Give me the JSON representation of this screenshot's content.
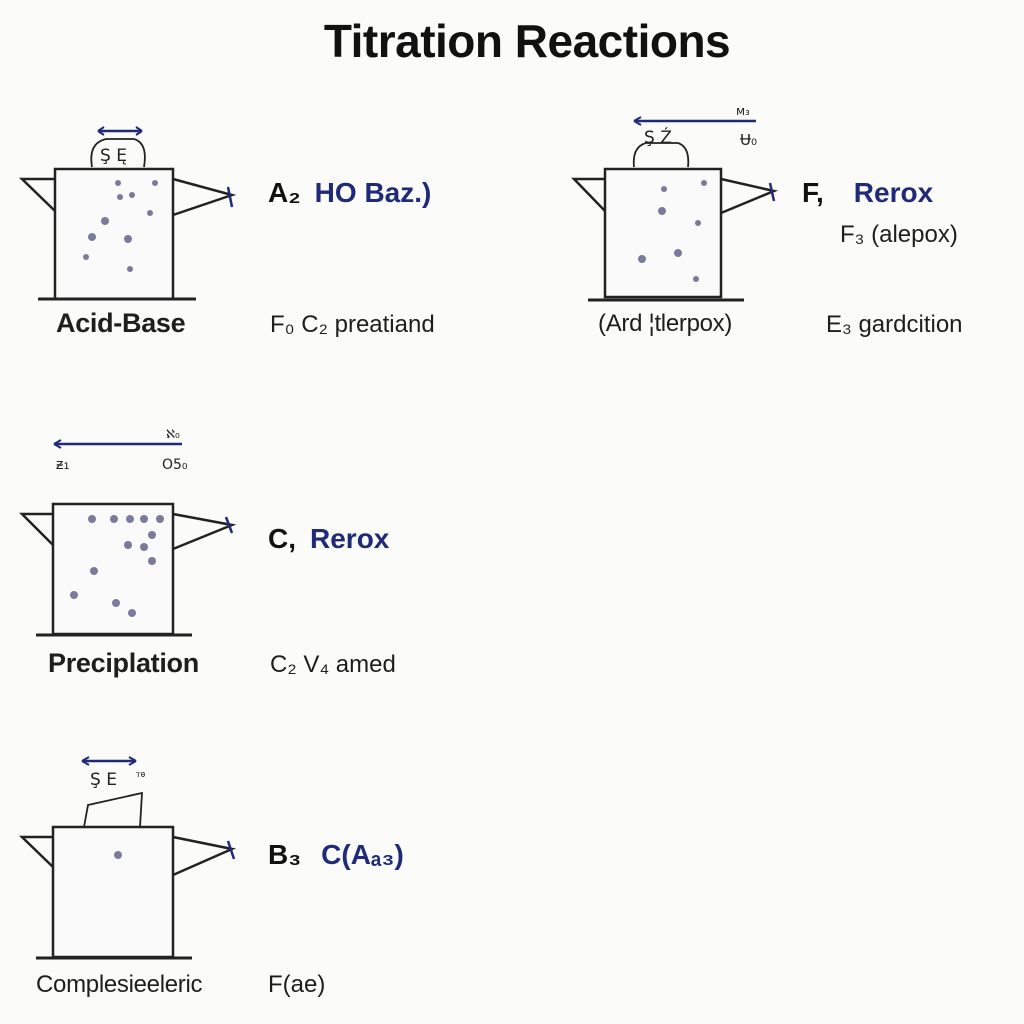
{
  "title": "Titration Reactions",
  "panels": [
    {
      "label": "Acid-Base",
      "scale_left": "Ş Ę",
      "scale_right": "",
      "equation": {
        "code": "A₂",
        "species": "HO Baz.)"
      },
      "sub": "",
      "note": "F₀ C₂ preatiand"
    },
    {
      "label": "(Ard ¦tlerpox)",
      "scale_left": "Ş Ź",
      "scale_right": "Ʉ₀",
      "scale_top_right": "ᴍ₃",
      "equation": {
        "code": "F,",
        "species": "Rerox"
      },
      "sub": "F₃ (alepox)",
      "note": "E₃ gardcition"
    },
    {
      "label": "Preciplation",
      "scale_left": "ᵶ₁",
      "scale_right": "O5₀",
      "scale_top_right": "ℵ₀",
      "equation": {
        "code": "C,",
        "species": "Rerox"
      },
      "sub": "",
      "note": "C₂ V₄ amed"
    },
    {
      "label": "Complesieeleric",
      "scale_left": "Ş Ε",
      "scale_right": "ᵀᶿ",
      "equation": {
        "code": "B₃",
        "species": "C(Aₐ₃)"
      },
      "sub": "",
      "note": "F(ae)"
    }
  ],
  "colors": {
    "ink": "#1c1c1c",
    "accent": "#1f2a78",
    "dot": "#7a7a9a"
  }
}
